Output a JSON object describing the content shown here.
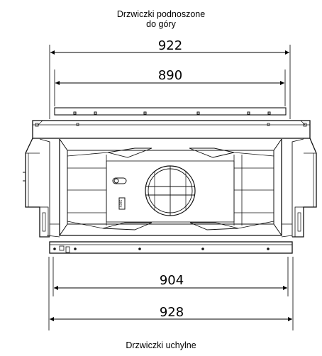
{
  "captions": {
    "top_line1": "Drzwiczki podnoszone",
    "top_line2": "do góry",
    "bottom": "Drzwiczki uchylne"
  },
  "dimensions": {
    "d922": "922",
    "d890": "890",
    "d904": "904",
    "d928": "928"
  },
  "label_plate": "AXIS"
}
